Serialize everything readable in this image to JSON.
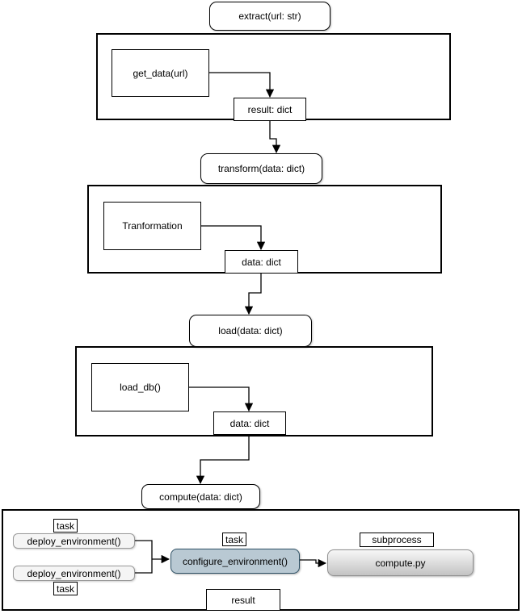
{
  "diagram": {
    "nodes": {
      "extract": {
        "label": "extract(url: str)"
      },
      "get_data": {
        "label": "get_data(url)"
      },
      "result_dict": {
        "label": "result: dict"
      },
      "transform": {
        "label": "transform(data: dict)"
      },
      "transformation": {
        "label": "Tranformation"
      },
      "transform_data": {
        "label": "data: dict"
      },
      "load": {
        "label": "load(data: dict)"
      },
      "load_db": {
        "label": "load_db()"
      },
      "load_data": {
        "label": "data: dict"
      },
      "compute": {
        "label": "compute(data: dict)"
      },
      "task_1": {
        "label": "task"
      },
      "deploy_1": {
        "label": "deploy_environment()"
      },
      "deploy_2": {
        "label": "deploy_environment()"
      },
      "task_2": {
        "label": "task"
      },
      "task_3": {
        "label": "task"
      },
      "configure": {
        "label": "configure_environment()"
      },
      "subprocess": {
        "label": "subprocess"
      },
      "compute_py": {
        "label": "compute.py"
      },
      "result": {
        "label": "result"
      }
    },
    "colors": {
      "node_border": "#000000",
      "node_fill": "#ffffff",
      "pill_fill": "#f5f5f5",
      "pill_border": "#999999",
      "accent_fill": "#b9c9d3",
      "accent_border": "#2f5266",
      "gradient_fill_top": "#f7f7f7",
      "gradient_fill_bottom": "#c3c3c3",
      "gradient_border": "#8f8f8f"
    }
  }
}
